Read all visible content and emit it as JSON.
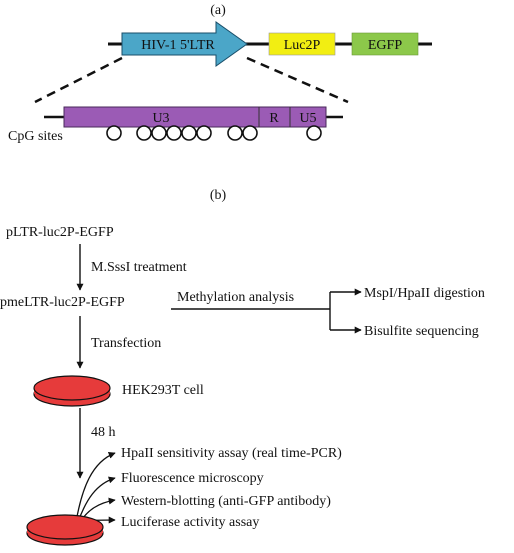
{
  "panel_a": {
    "label": "(a)",
    "ltr_label": "HIV-1 5'LTR",
    "luc_label": "Luc2P",
    "egfp_label": "EGFP",
    "u3_label": "U3",
    "r_label": "R",
    "u5_label": "U5",
    "cpg_label": "CpG sites",
    "colors": {
      "ltr": "#4ba6c8",
      "luc": "#f2ee12",
      "egfp": "#8cc84a",
      "ltr_detail": "#9b5bb5"
    }
  },
  "panel_b": {
    "label": "(b)",
    "plasmid": "pLTR-luc2P-EGFP",
    "treatment": "M.SssI treatment",
    "methylated_plasmid": "pmeLTR-luc2P-EGFP",
    "methylation_analysis": "Methylation analysis",
    "digestion": "MspI/HpaII digestion",
    "bisulfite": "Bisulfite sequencing",
    "transfection": "Transfection",
    "cell_line": "HEK293T cell",
    "time": "48 h",
    "assays": [
      "HpaII sensitivity assay (real time-PCR)",
      "Fluorescence microscopy",
      "Western-blotting (anti-GFP antibody)",
      "Luciferase activity assay"
    ],
    "colors": {
      "dish": "#e63b3b"
    }
  }
}
